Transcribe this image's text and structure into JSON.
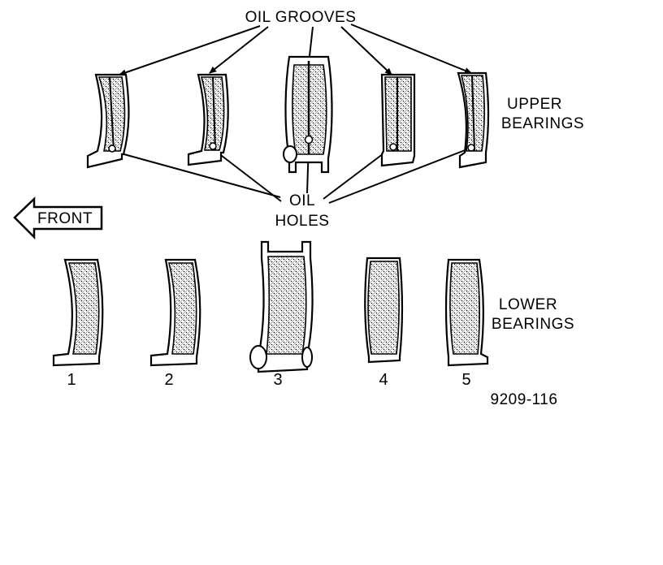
{
  "labels": {
    "oil_grooves": "OIL GROOVES",
    "oil": "OIL",
    "holes": "HOLES",
    "upper_bearings_1": "UPPER",
    "upper_bearings_2": "BEARINGS",
    "lower_bearings_1": "LOWER",
    "lower_bearings_2": "BEARINGS",
    "front": "FRONT",
    "figure_id": "9209-116"
  },
  "bearing_numbers": [
    "1",
    "2",
    "3",
    "4",
    "5"
  ],
  "colors": {
    "ink": "#000000",
    "paper": "#ffffff"
  }
}
